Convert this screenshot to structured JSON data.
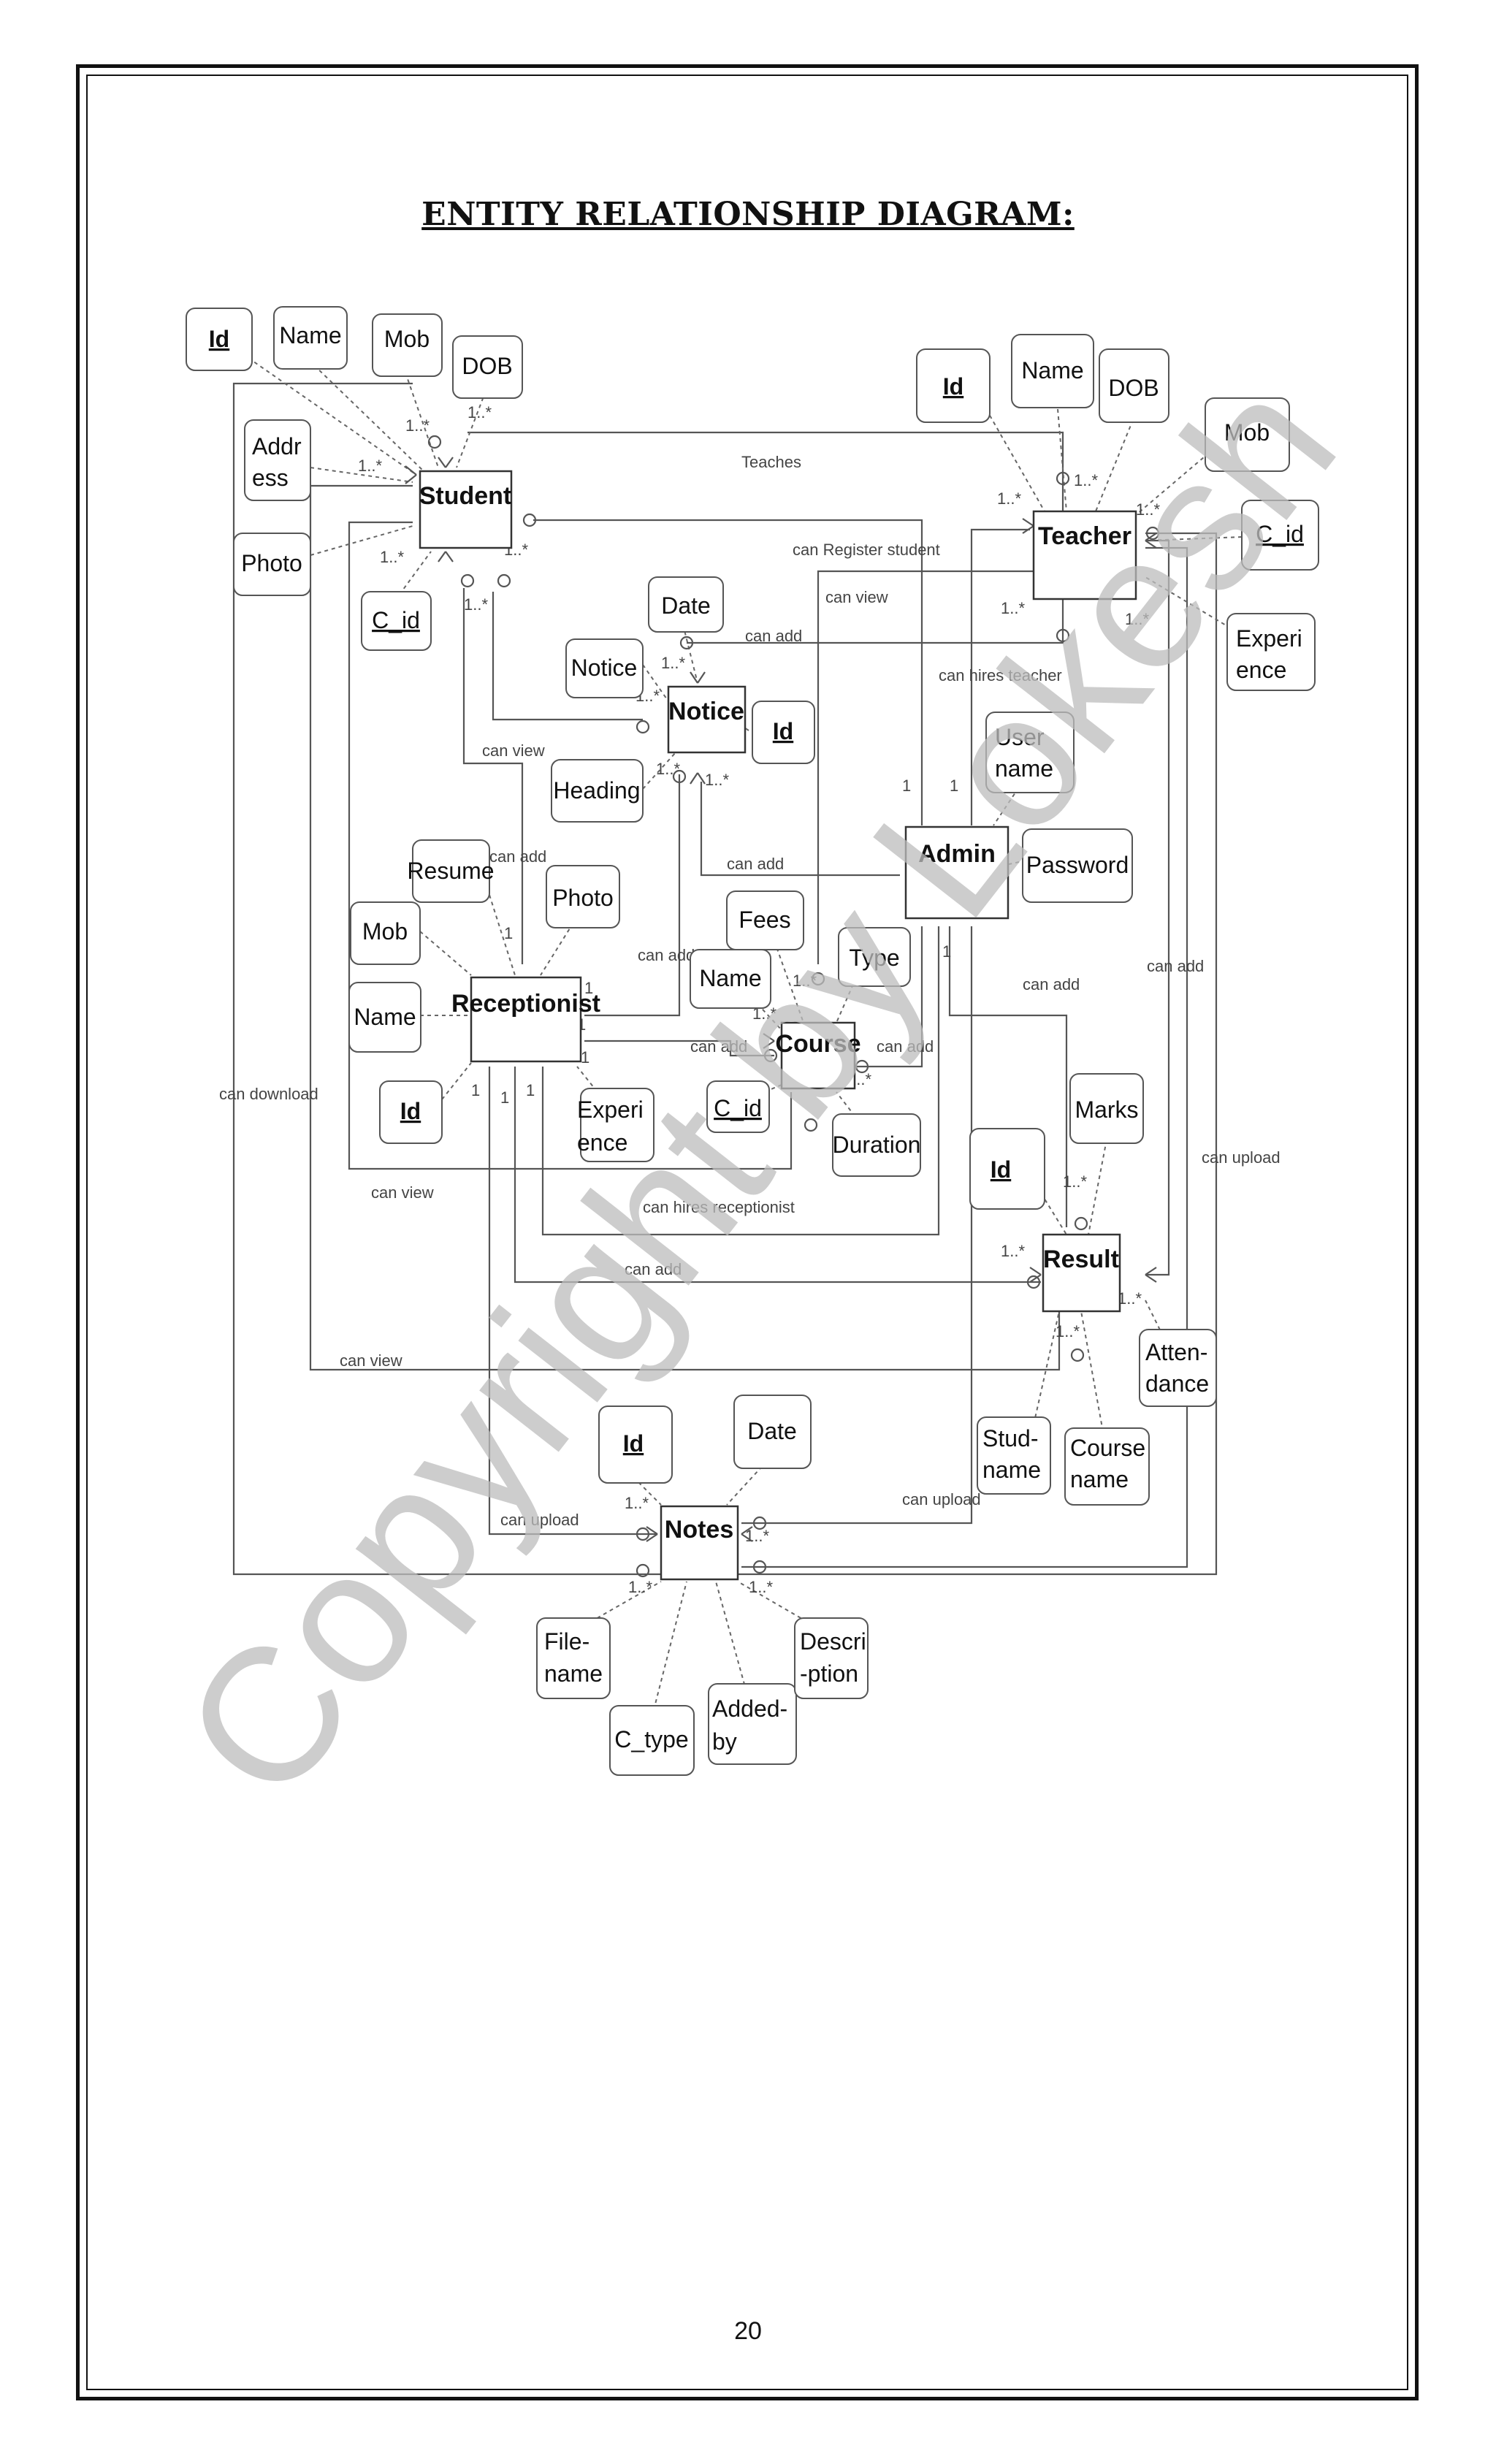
{
  "title": "ENTITY RELATIONSHIP DIAGRAM:",
  "page_number": "20",
  "watermark": "Copyright by Lokesh",
  "entities": {
    "student": "Student",
    "teacher": "Teacher",
    "notice": "Notice",
    "admin": "Admin",
    "receptionist": "Receptionist",
    "course": "Course",
    "result": "Result",
    "notes": "Notes"
  },
  "attributes": {
    "student": [
      [
        "Id"
      ],
      [
        "Name"
      ],
      [
        "Mob"
      ],
      [
        "DOB"
      ],
      [
        "Addr",
        "ess"
      ],
      [
        "Photo"
      ],
      [
        "C_id"
      ]
    ],
    "teacher": [
      [
        "Id"
      ],
      [
        "Name"
      ],
      [
        "DOB"
      ],
      [
        "Mob"
      ],
      [
        "C_id"
      ],
      [
        "Experi",
        "ence"
      ]
    ],
    "notice": [
      [
        "Date"
      ],
      [
        "Notice"
      ],
      [
        "Id"
      ],
      [
        "Heading"
      ]
    ],
    "admin": [
      [
        "User",
        "name"
      ],
      [
        "Password"
      ]
    ],
    "receptionist": [
      [
        "Resume"
      ],
      [
        "Photo"
      ],
      [
        "Mob"
      ],
      [
        "Name"
      ],
      [
        "Id"
      ],
      [
        "Experi",
        "ence"
      ]
    ],
    "course": [
      [
        "Fees"
      ],
      [
        "Type"
      ],
      [
        "Name"
      ],
      [
        "C_id"
      ],
      [
        "Duration"
      ]
    ],
    "result": [
      [
        "Marks"
      ],
      [
        "Id"
      ],
      [
        "Atten-",
        "dance"
      ],
      [
        "Stud-",
        "name"
      ],
      [
        "Course",
        "name"
      ]
    ],
    "notes": [
      [
        "Id"
      ],
      [
        "Date"
      ],
      [
        "File-",
        "name"
      ],
      [
        "C_type"
      ],
      [
        "Added-",
        "by"
      ],
      [
        "Descri",
        "-ption"
      ]
    ]
  },
  "relationships": [
    "Teaches",
    "can Register student",
    "can view",
    "can add",
    "can hires teacher",
    "can view",
    "can add",
    "can add",
    "can add",
    "can add",
    "can add",
    "can add",
    "can add",
    "can download",
    "can view",
    "can hires receptionist",
    "can add",
    "can upload",
    "can view",
    "can upload",
    "can upload"
  ],
  "cardinalities": {
    "one": "1",
    "many": "1..*"
  }
}
